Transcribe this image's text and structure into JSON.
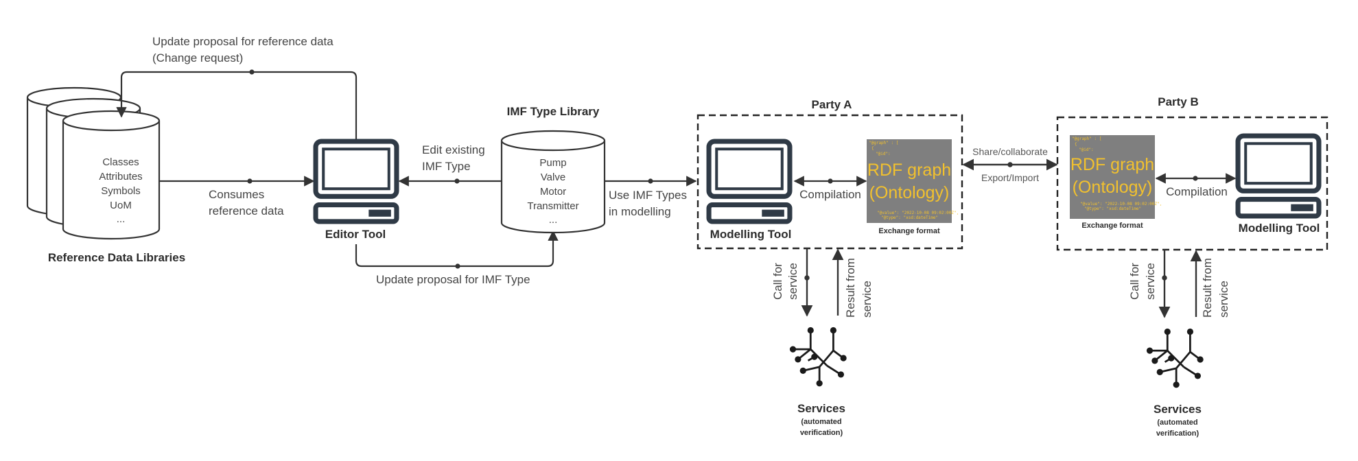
{
  "colors": {
    "ink": "#333333",
    "screen": "#2f3a46",
    "rdf_bg": "#7f7f7f",
    "rdf_text": "#f2c12e"
  },
  "reference_libraries": {
    "items": [
      "Classes",
      "Attributes",
      "Symbols",
      "UoM",
      "..."
    ],
    "title": "Reference Data Libraries"
  },
  "change_request": {
    "line1": "Update proposal for reference data",
    "line2": "(Change request)"
  },
  "consumes": {
    "line1": "Consumes",
    "line2": "reference data"
  },
  "editor_tool": {
    "title": "Editor Tool",
    "icon": "computer-icon"
  },
  "edit_existing": {
    "line1": "Edit existing",
    "line2": "IMF Type"
  },
  "imf_library": {
    "title": "IMF Type Library",
    "items": [
      "Pump",
      "Valve",
      "Motor",
      "Transmitter",
      "..."
    ]
  },
  "update_imf": "Update proposal for IMF Type",
  "use_imf": {
    "line1": "Use IMF Types",
    "line2": "in modelling"
  },
  "party_a": {
    "title": "Party A",
    "modelling_tool": "Modelling Tool",
    "compilation": "Compilation",
    "rdf_line1": "RDF graph",
    "rdf_line2": "(Ontology)",
    "exchange_format": "Exchange format",
    "call_line1": "Call for",
    "call_line2": "service",
    "result_line1": "Result from",
    "result_line2": "service",
    "services_title": "Services",
    "services_sub1": "(automated",
    "services_sub2": "verification)"
  },
  "share": {
    "line1": "Share/collaborate",
    "line2": "Export/Import"
  },
  "party_b": {
    "title": "Party B",
    "modelling_tool": "Modelling Tool",
    "compilation": "Compilation",
    "rdf_line1": "RDF graph",
    "rdf_line2": "(Ontology)",
    "exchange_format": "Exchange format",
    "call_line1": "Call for",
    "call_line2": "service",
    "result_line1": "Result from",
    "result_line2": "service",
    "services_title": "Services",
    "services_sub1": "(automated",
    "services_sub2": "verification)"
  }
}
